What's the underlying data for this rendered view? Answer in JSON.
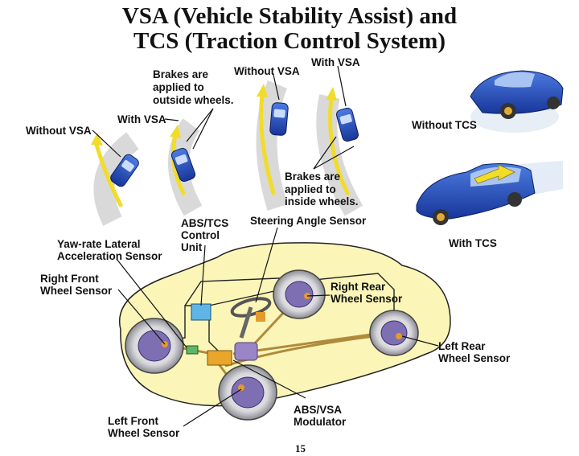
{
  "title": {
    "line1": "VSA (Vehicle Stability Assist) and",
    "line2": "TCS (Traction Control System)"
  },
  "vsa_panel": {
    "without_vsa_left": "Without VSA",
    "with_vsa_left": "With VSA",
    "brakes_outside": [
      "Brakes are",
      "applied to",
      "outside wheels."
    ],
    "without_vsa_right": "Without VSA",
    "with_vsa_right": "With VSA",
    "brakes_inside": [
      "Brakes are",
      "applied to",
      "inside wheels."
    ]
  },
  "tcs_panel": {
    "without_tcs": "Without TCS",
    "with_tcs": "With TCS"
  },
  "components": {
    "abs_tcs_unit": [
      "ABS/TCS",
      "Control",
      "Unit"
    ],
    "steering_angle_sensor": "Steering Angle Sensor",
    "yaw_rate_sensor": [
      "Yaw-rate Lateral",
      "Acceleration Sensor"
    ],
    "right_front_sensor": [
      "Right Front",
      "Wheel Sensor"
    ],
    "right_rear_sensor": [
      "Right Rear",
      "Wheel Sensor"
    ],
    "left_rear_sensor": [
      "Left Rear",
      "Wheel Sensor"
    ],
    "left_front_sensor": [
      "Left Front",
      "Wheel Sensor"
    ],
    "abs_vsa_modulator": [
      "ABS/VSA",
      "Modulator"
    ]
  },
  "page_number": "15",
  "colors": {
    "body_fill": "#fbf6b8",
    "car_blue": "#1f49b8",
    "road_yellow": "#f1dc2a",
    "wire": "#b08a3c"
  }
}
